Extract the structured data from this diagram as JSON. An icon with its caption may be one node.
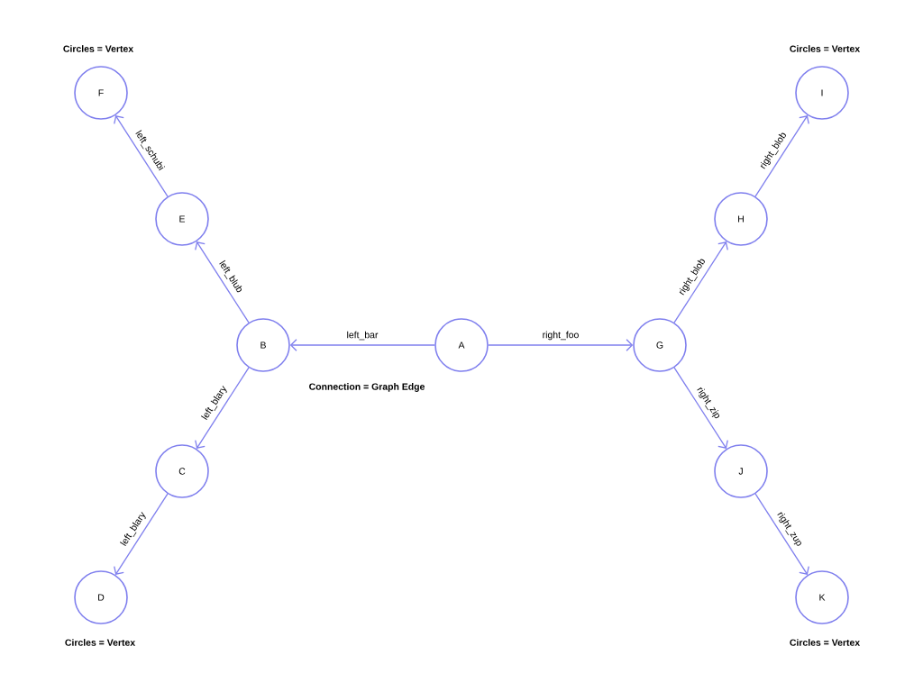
{
  "diagram": {
    "nodes": [
      {
        "text": [
          "F"
        ]
      },
      {
        "text": [
          "I"
        ]
      },
      {
        "text": [
          "E"
        ]
      },
      {
        "text": [
          "H"
        ]
      },
      {
        "text": [
          "B"
        ]
      },
      {
        "text": [
          "A"
        ]
      },
      {
        "text": [
          "G"
        ]
      },
      {
        "text": [
          "C"
        ]
      },
      {
        "text": [
          "J"
        ]
      },
      {
        "text": [
          "D"
        ]
      },
      {
        "text": [
          "K"
        ]
      }
    ],
    "edges": [
      {
        "from": 5,
        "to": 4,
        "arrow": "to",
        "label": "left_bar"
      },
      {
        "from": 5,
        "to": 6,
        "arrow": "to",
        "label": "right_foo"
      },
      {
        "from": 4,
        "to": 2,
        "arrow": "to",
        "label": "left_blub"
      },
      {
        "from": 2,
        "to": 0,
        "arrow": "to",
        "label": "left_schubi"
      },
      {
        "from": 4,
        "to": 7,
        "arrow": "to",
        "label": "left_blary"
      },
      {
        "from": 7,
        "to": 9,
        "arrow": "to",
        "label": "left_blary"
      },
      {
        "from": 6,
        "to": 3,
        "arrow": "to",
        "label": "right_blob"
      },
      {
        "from": 3,
        "to": 1,
        "arrow": "to",
        "label": "right_blob"
      },
      {
        "from": 6,
        "to": 8,
        "arrow": "to",
        "label": "right_zip"
      },
      {
        "from": 8,
        "to": 10,
        "arrow": "to",
        "label": "right_zup"
      }
    ],
    "labels": [
      "Circles = Vertex",
      "Circles = Vertex",
      "Connection = Graph Edge",
      "Circles = Vertex",
      "Circles = Vertex"
    ]
  }
}
